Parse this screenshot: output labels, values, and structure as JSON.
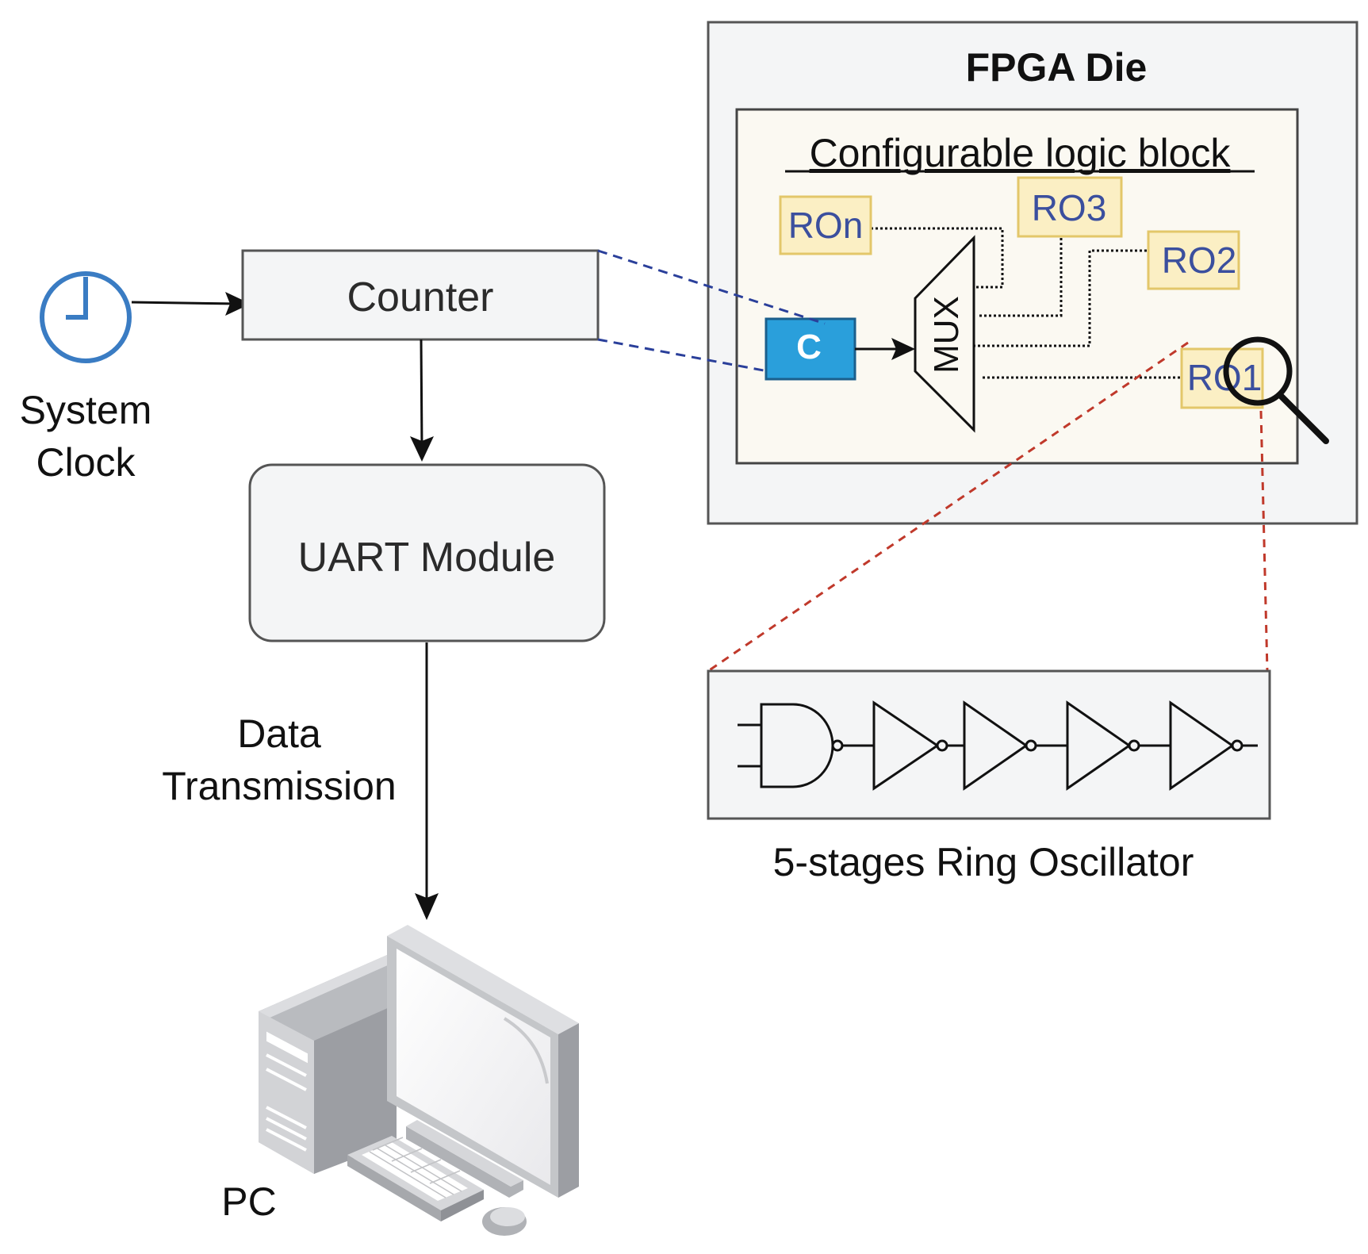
{
  "labels": {
    "system_clock_line1": "System",
    "system_clock_line2": "Clock",
    "counter": "Counter",
    "uart": "UART Module",
    "data_tx_line1": "Data",
    "data_tx_line2": "Transmission",
    "pc": "PC",
    "fpga_die": "FPGA Die",
    "clb": "Configurable logic block",
    "ron": "ROn",
    "ro3": "RO3",
    "ro2": "RO2",
    "ro1": "RO1",
    "c_block": "C",
    "mux": "MUX",
    "ring_osc_caption": "5-stages Ring Oscillator"
  },
  "colors": {
    "box_fill": "#f4f5f6",
    "box_stroke": "#555555",
    "clb_fill": "#fbf9f2",
    "ro_fill": "#fbefc4",
    "ro_stroke": "#e3c76a",
    "ro_text": "#3b4f9e",
    "c_fill": "#2a9fdb",
    "c_stroke": "#1b5f8c",
    "clock_blue": "#3a7cc3",
    "zoom_line_blue": "#2a3f9a",
    "zoom_line_red": "#c0392b"
  },
  "icons": {
    "clock": "clock-icon",
    "magnifier": "magnifier-icon",
    "pc": "desktop-pc-icon"
  }
}
